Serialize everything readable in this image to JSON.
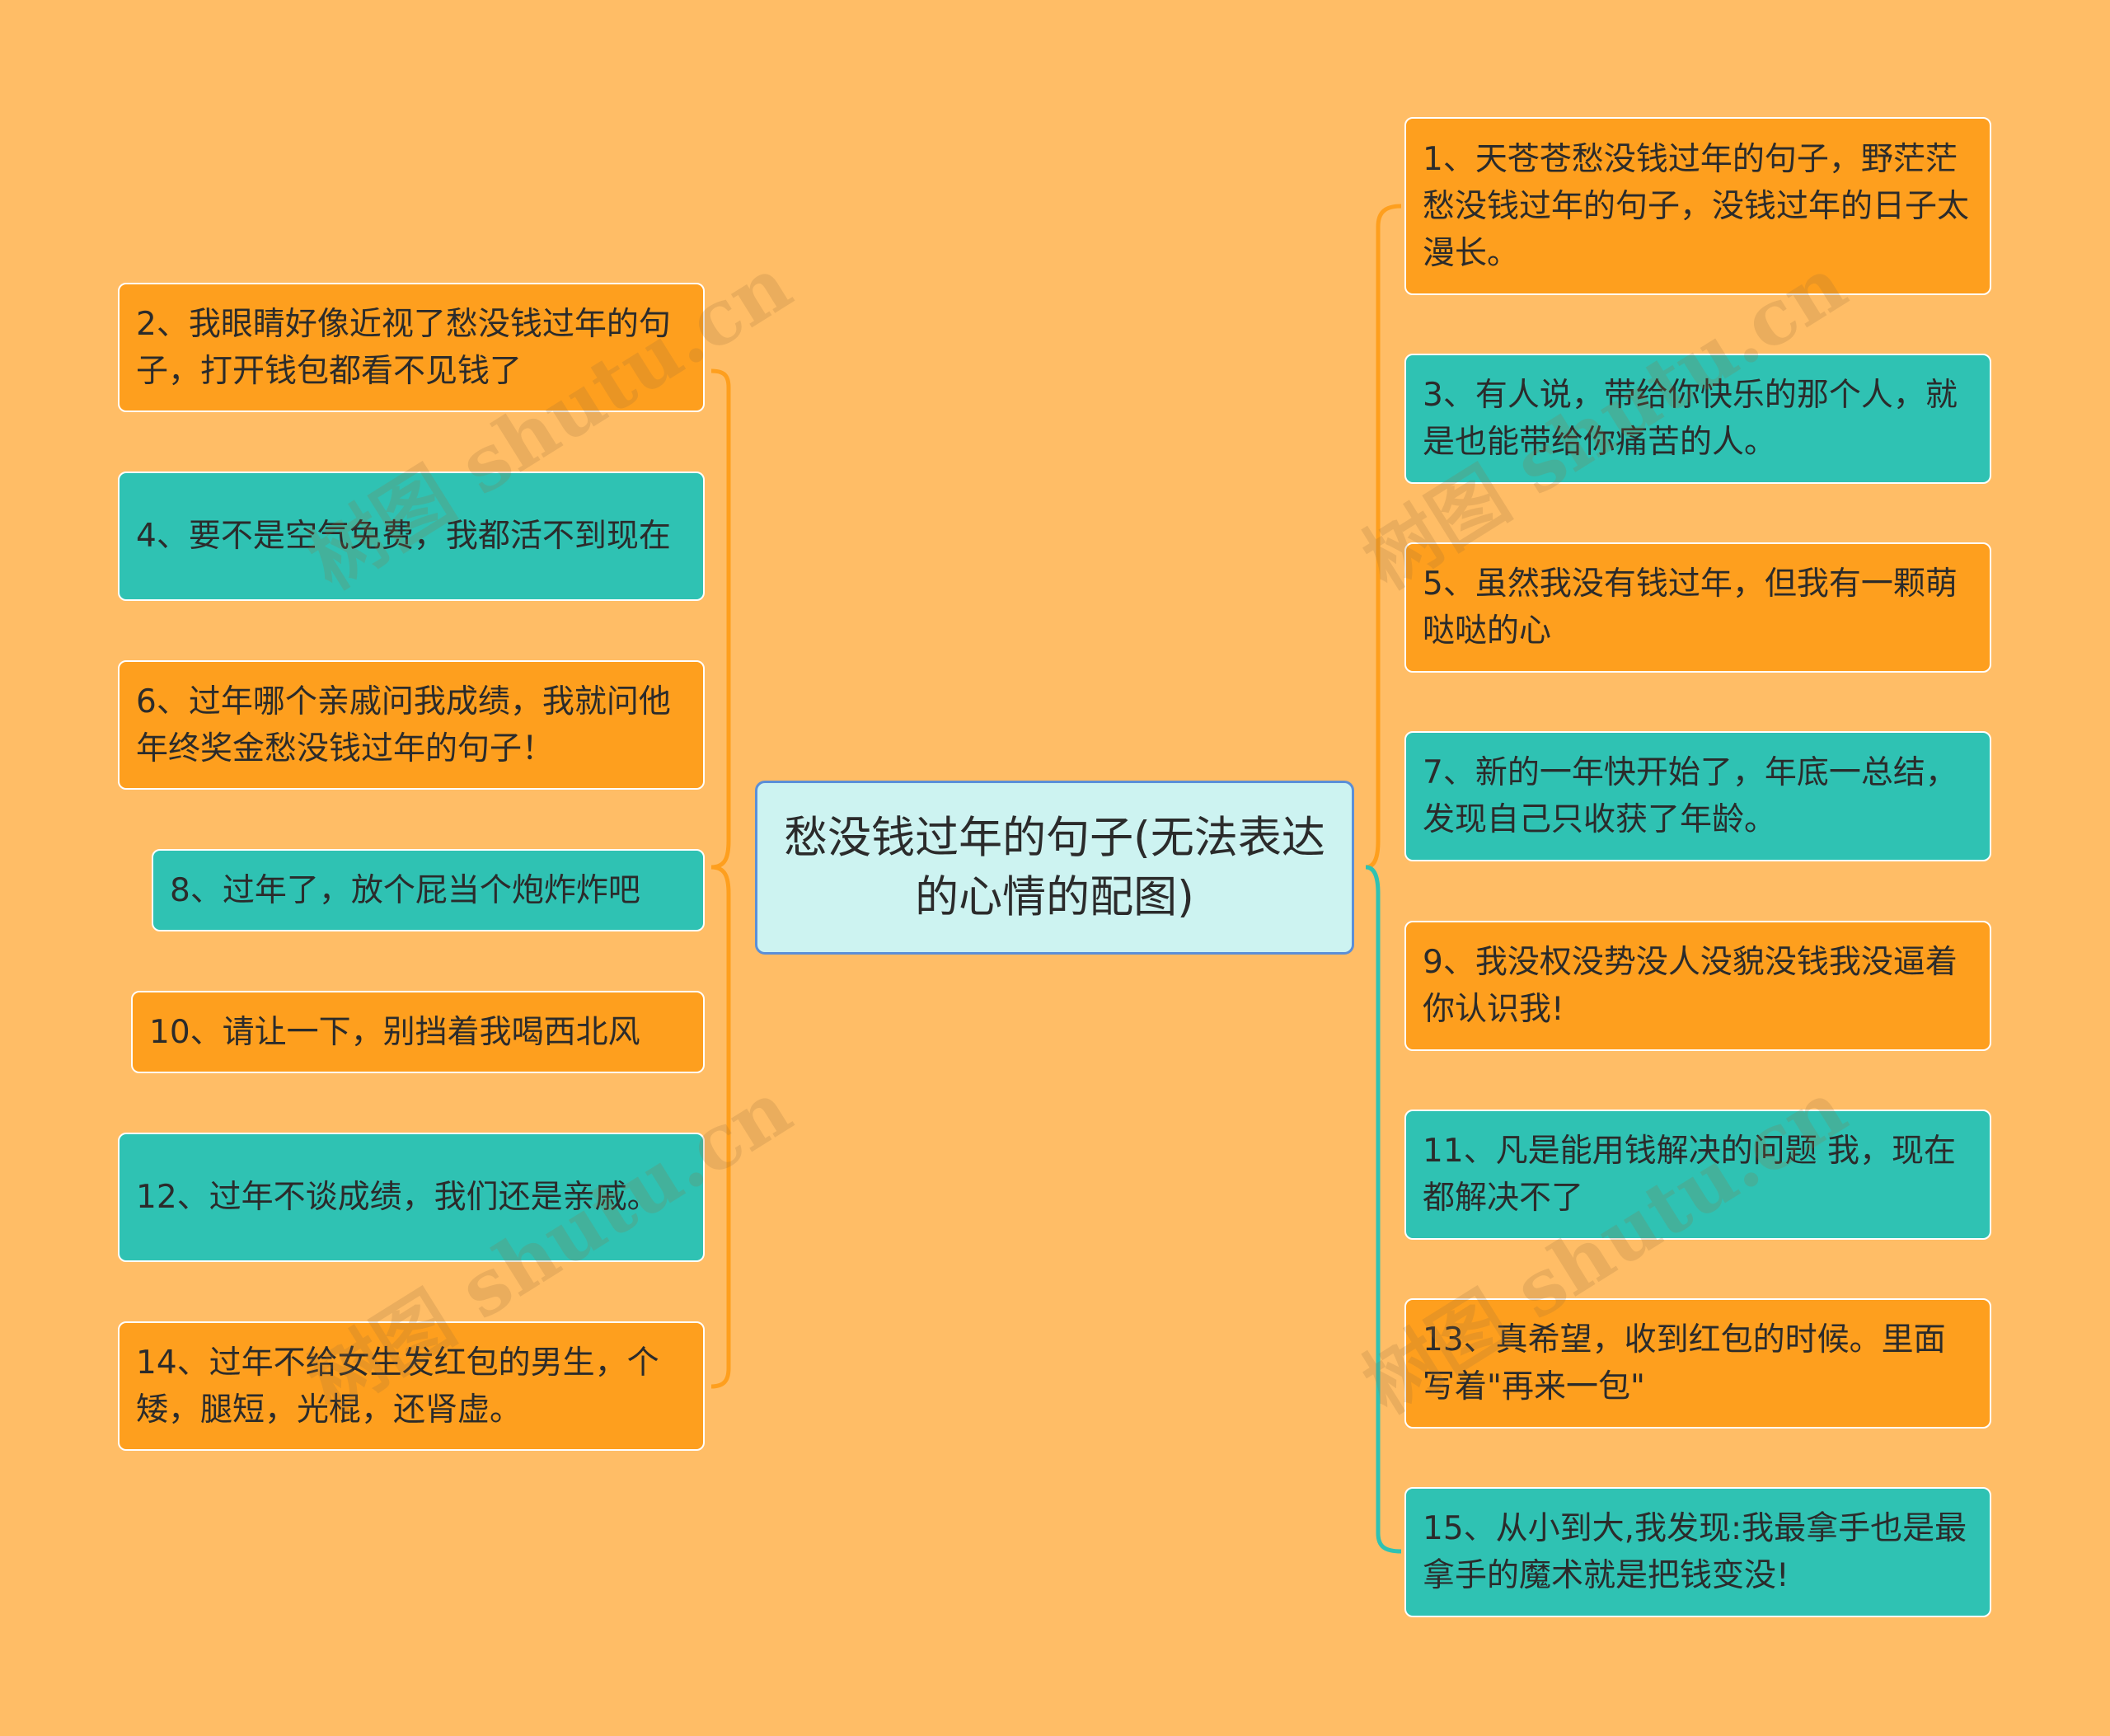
{
  "diagram": {
    "center_title": "愁没钱过年的句子(无法表达的心情的配图)",
    "colors": {
      "background": "#FFBD66",
      "orange": "#FE9F1E",
      "teal": "#2FC2B3",
      "center": "#CDF3F1",
      "center_border": "#5B8FD8"
    },
    "left_nodes": [
      {
        "text": "2、我眼睛好像近视了愁没钱过年的句子，打开钱包都看不见钱了",
        "color": "orange"
      },
      {
        "text": "4、要不是空气免费，我都活不到现在",
        "color": "teal"
      },
      {
        "text": "6、过年哪个亲戚问我成绩，我就问他年终奖金愁没钱过年的句子！",
        "color": "orange"
      },
      {
        "text": "8、过年了，放个屁当个炮炸炸吧",
        "color": "teal"
      },
      {
        "text": "10、请让一下，别挡着我喝西北风",
        "color": "orange"
      },
      {
        "text": "12、过年不谈成绩，我们还是亲戚。",
        "color": "teal"
      },
      {
        "text": "14、过年不给女生发红包的男生，个矮，腿短，光棍，还肾虚。",
        "color": "orange"
      }
    ],
    "right_nodes": [
      {
        "text": "1、天苍苍愁没钱过年的句子，野茫茫愁没钱过年的句子，没钱过年的日子太漫长。",
        "color": "orange"
      },
      {
        "text": "3、有人说，带给你快乐的那个人，就是也能带给你痛苦的人。",
        "color": "teal"
      },
      {
        "text": "5、虽然我没有钱过年，但我有一颗萌哒哒的心",
        "color": "orange"
      },
      {
        "text": "7、新的一年快开始了，年底一总结，发现自己只收获了年龄。",
        "color": "teal"
      },
      {
        "text": "9、我没权没势没人没貌没钱我没逼着你认识我!",
        "color": "orange"
      },
      {
        "text": "11、凡是能用钱解决的问题 我，现在都解决不了",
        "color": "teal"
      },
      {
        "text": "13、真希望，收到红包的时候。里面写着\"再来一包\"",
        "color": "orange"
      },
      {
        "text": "15、从小到大,我发现:我最拿手也是最拿手的魔术就是把钱变没!",
        "color": "teal"
      }
    ],
    "watermark": "树图 shutu.cn"
  }
}
